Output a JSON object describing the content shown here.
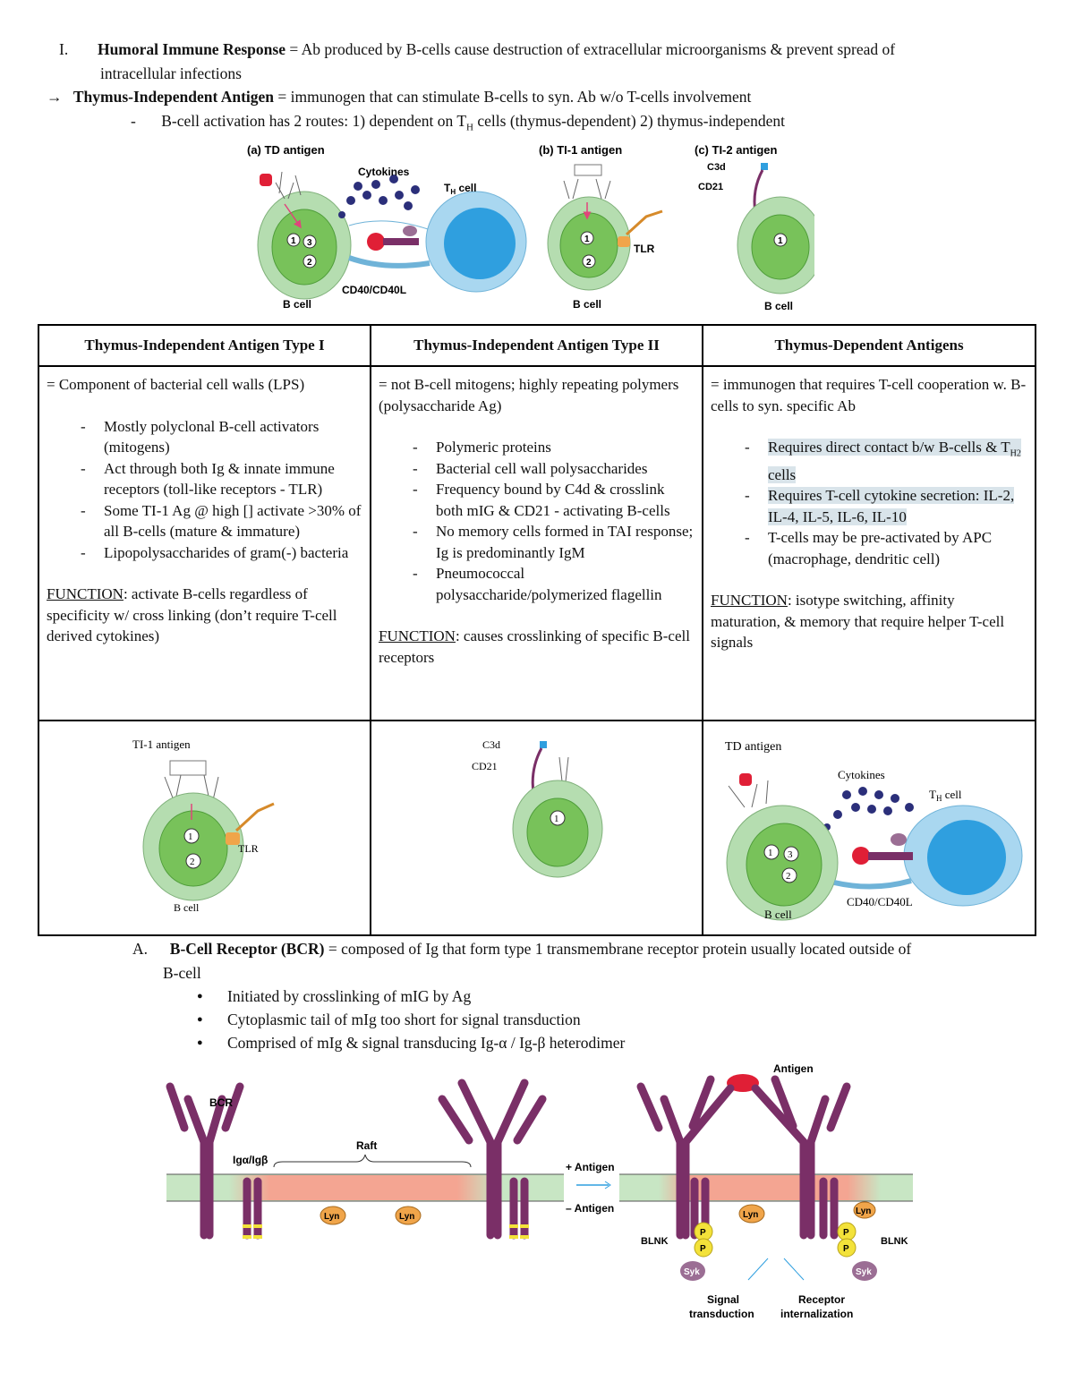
{
  "section_i": {
    "numeral": "I.",
    "term": "Humoral Immune Response",
    "definition": " = Ab produced by B-cells cause destruction of extracellular microorganisms & prevent spread of",
    "definition_cont": "intracellular infections"
  },
  "ti_antigen": {
    "arrow": "→",
    "term": "Thymus-Independent Antigen",
    "definition": " = immunogen that can stimulate B-cells to syn. Ab w/o T-cells involvement",
    "dash": "-",
    "routes_before": "B-cell activation has 2 routes: 1) dependent on T",
    "routes_sub": "H",
    "routes_after": " cells (thymus-dependent) 2) thymus-independent"
  },
  "figure_top": {
    "a_title": "(a) TD antigen",
    "b_title": "(b) TI-1 antigen",
    "c_title": "(c) TI-2 antigen",
    "cytokines": "Cytokines",
    "th_cell": "T",
    "th_sub": "H",
    "th_suffix": " cell",
    "cd40": "CD40/CD40L",
    "bcell": "B cell",
    "tlr": "TLR",
    "c3d": "C3d",
    "cd21": "CD21",
    "n1": "1",
    "n2": "2",
    "n3": "3"
  },
  "table": {
    "headers": [
      "Thymus-Independent Antigen Type I",
      "Thymus-Independent Antigen Type II",
      "Thymus-Dependent Antigens"
    ],
    "col1": {
      "def": "= Component of bacterial cell walls (LPS)",
      "items": [
        "Mostly polyclonal B-cell activators (mitogens)",
        "Act through both Ig & innate immune receptors (toll-like receptors - TLR)",
        "Some TI-1 Ag @ high [] activate >30% of all B-cells (mature & immature)",
        "Lipopolysaccharides of gram(-) bacteria"
      ],
      "function_label": "FUNCTION",
      "function_text": ": activate B-cells regardless of specificity w/ cross linking (don’t require T-cell derived cytokines)"
    },
    "col2": {
      "def": "= not B-cell mitogens; highly repeating polymers (polysaccharide Ag)",
      "items": [
        "Polymeric proteins",
        "Bacterial cell wall polysaccharides",
        "Frequency bound by C4d & crosslink both mIG & CD21 - activating B-cells",
        "No memory cells formed in TAI response; Ig is predominantly IgM",
        "Pneumococcal polysaccharide/polymerized flagellin"
      ],
      "function_label": "FUNCTION",
      "function_text": ": causes crosslinking of specific B-cell receptors"
    },
    "col3": {
      "def": "= immunogen that requires T-cell cooperation w. B-cells to syn. specific Ab",
      "item1_before": "Requires direct contact b/w B-cells & T",
      "item1_sub": "H2",
      "item1_after": " cells",
      "item2": "Requires T-cell cytokine secretion: IL-2, IL-4, IL-5, IL-6, IL-10",
      "item3": "T-cells may be pre-activated by APC (macrophage, dendritic cell)",
      "function_label": "FUNCTION",
      "function_text": ": isotype switching, affinity maturation, & memory that require helper T-cell signals"
    },
    "pic1": {
      "title": "TI-1 antigen",
      "tlr": "TLR",
      "bcell": "B cell"
    },
    "pic2": {
      "c3d": "C3d",
      "cd21": "CD21"
    },
    "pic3": {
      "title": "TD antigen",
      "cytokines": "Cytokines",
      "th": "T",
      "th_sub": "H",
      "th_suffix": " cell",
      "cd40": "CD40/CD40L",
      "bcell": "B cell"
    }
  },
  "section_a": {
    "letter": "A.",
    "term": "B-Cell Receptor (BCR)",
    "definition": " = composed of Ig that form type 1 transmembrane receptor protein usually located outside of",
    "definition_cont": "B-cell",
    "bullets": [
      "Initiated by crosslinking of mIG by Ag",
      "Cytoplasmic tail of mIg too short for signal transduction",
      "Comprised of mIg & signal transducing Ig-α / Ig-β heterodimer"
    ]
  },
  "figure_bcr": {
    "bcr": "BCR",
    "iga_igb": "Igα/Igβ",
    "raft": "Raft",
    "lyn": "Lyn",
    "plus_antigen": "+ Antigen",
    "minus_antigen": "– Antigen",
    "antigen": "Antigen",
    "blnk": "BLNK",
    "p": "P",
    "syk": "Syk",
    "signal1": "Signal",
    "signal2": "transduction",
    "receptor1": "Receptor",
    "receptor2": "internalization"
  },
  "colors": {
    "bcell_outer": "#b5ddb0",
    "bcell_inner": "#78c25a",
    "th_cell": "#a9d7f0",
    "th_nucleus": "#2f9fdf",
    "receptor": "#7a2f67",
    "antigen_red": "#e01f36",
    "arrow_pink": "#e0457b",
    "cytokine": "#2b2f7a",
    "membrane": "#c8e6c4",
    "raft": "#f4a592",
    "lyn": "#f0a54a",
    "phos": "#f3e23a",
    "syk": "#9b6e94"
  }
}
